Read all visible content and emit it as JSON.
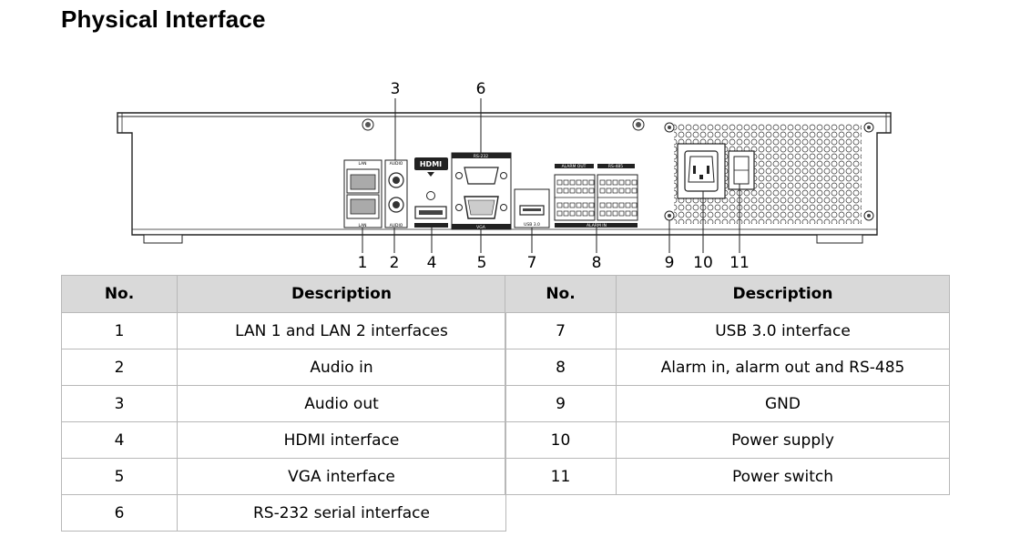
{
  "title": "Physical Interface",
  "figure": {
    "callouts_top": [
      "3",
      "6"
    ],
    "callouts_bottom": [
      "1",
      "2",
      "4",
      "5",
      "7",
      "8",
      "9",
      "10",
      "11"
    ],
    "port_labels": {
      "lan": "LAN",
      "audio": "AUDIO",
      "hdmi": "HDMI",
      "rs232": "RS-232",
      "vga": "VGA",
      "usb": "USB 3.0",
      "alarm_out": "ALARM OUT",
      "rs485": "RS-485",
      "alarm_in": "ALARM IN"
    }
  },
  "table": {
    "headers": {
      "no": "No.",
      "description": "Description"
    },
    "left_rows": [
      {
        "no": "1",
        "description": "LAN 1 and LAN 2 interfaces"
      },
      {
        "no": "2",
        "description": "Audio in"
      },
      {
        "no": "3",
        "description": "Audio out"
      },
      {
        "no": "4",
        "description": "HDMI interface"
      },
      {
        "no": "5",
        "description": "VGA interface"
      },
      {
        "no": "6",
        "description": "RS-232 serial interface"
      }
    ],
    "right_rows": [
      {
        "no": "7",
        "description": "USB 3.0 interface"
      },
      {
        "no": "8",
        "description": "Alarm in, alarm out and RS-485"
      },
      {
        "no": "9",
        "description": "GND"
      },
      {
        "no": "10",
        "description": "Power supply"
      },
      {
        "no": "11",
        "description": "Power switch"
      }
    ]
  }
}
